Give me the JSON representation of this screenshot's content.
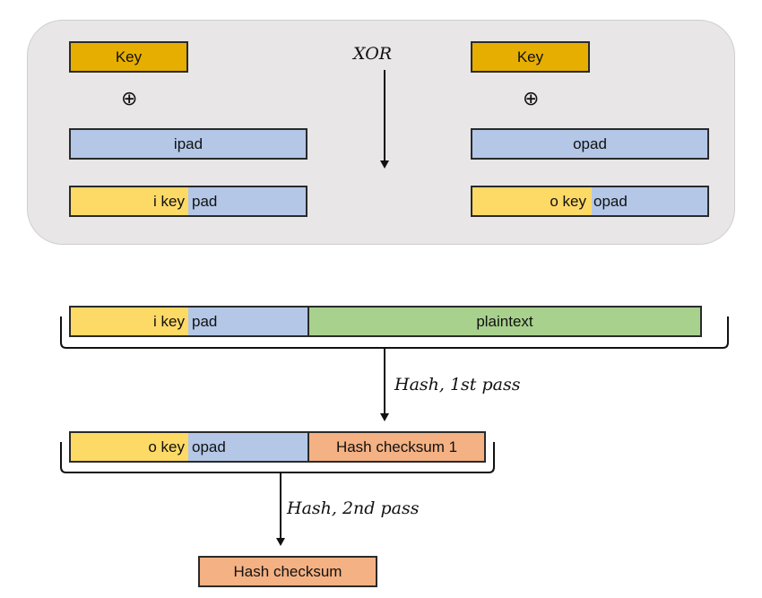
{
  "colors": {
    "panel_bg": "#E8E6E7",
    "key": "#E6AE00",
    "key_light": "#FDD966",
    "pad": "#B4C7E7",
    "plaintext": "#A9D18E",
    "hash": "#F4B183",
    "stroke": "#2a2a2a"
  },
  "top_panel": {
    "left": {
      "key_label": "Key",
      "operator": "⊕",
      "pad_label": "ipad",
      "result_key_part": "i key",
      "result_pad_part": "pad"
    },
    "center": {
      "operation_label": "XOR"
    },
    "right": {
      "key_label": "Key",
      "operator": "⊕",
      "pad_label": "opad",
      "result_key_part": "o key",
      "result_pad_part": "opad"
    }
  },
  "first_pass": {
    "input_key_part": "i key",
    "input_pad_part": "pad",
    "message_label": "plaintext",
    "arrow_label": "Hash, 1st pass"
  },
  "second_pass": {
    "input_key_part": "o key",
    "input_pad_part": "opad",
    "checksum_label": "Hash checksum 1",
    "arrow_label": "Hash, 2nd pass"
  },
  "output": {
    "final_label": "Hash checksum"
  }
}
